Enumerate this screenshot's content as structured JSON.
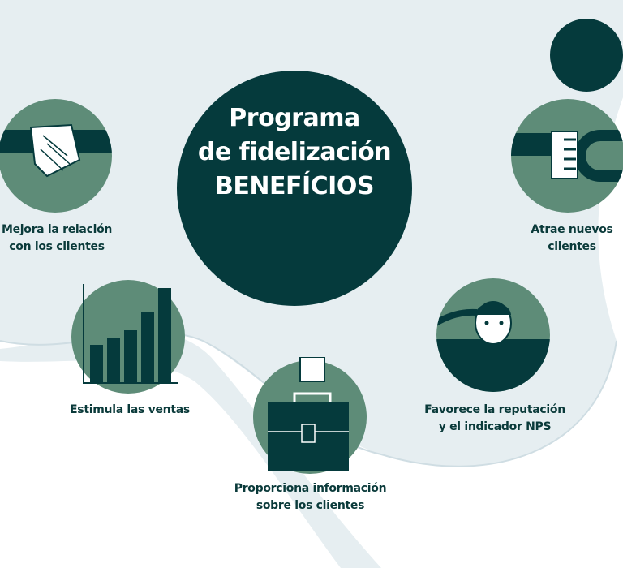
{
  "title": {
    "line1": "Programa",
    "line2": "de fidelización",
    "line3": "BENEFÍCIOS"
  },
  "benefits": [
    {
      "label": "Mejora la relación con los clientes",
      "line1": "Mejora la relación",
      "line2": "con los clientes",
      "icon": "handshake-icon"
    },
    {
      "label": "Atrae nuevos clientes",
      "line1": "Atrae nuevos",
      "line2": "clientes",
      "icon": "magnet-icon"
    },
    {
      "label": "Estimula las ventas",
      "line1": "Estimula las ventas",
      "icon": "bar-chart-icon"
    },
    {
      "label": "Proporciona información sobre los clientes",
      "line1": "Proporciona información",
      "line2": "sobre los clientes",
      "icon": "briefcase-icon"
    },
    {
      "label": "Favorece la reputación y el indicador NPS",
      "line1": "Favorece la reputación",
      "line2": "y el indicador NPS",
      "icon": "face-icon"
    }
  ],
  "colors": {
    "dark": "#053a3c",
    "mid": "#5e8c78",
    "light": "#e6eef1"
  }
}
